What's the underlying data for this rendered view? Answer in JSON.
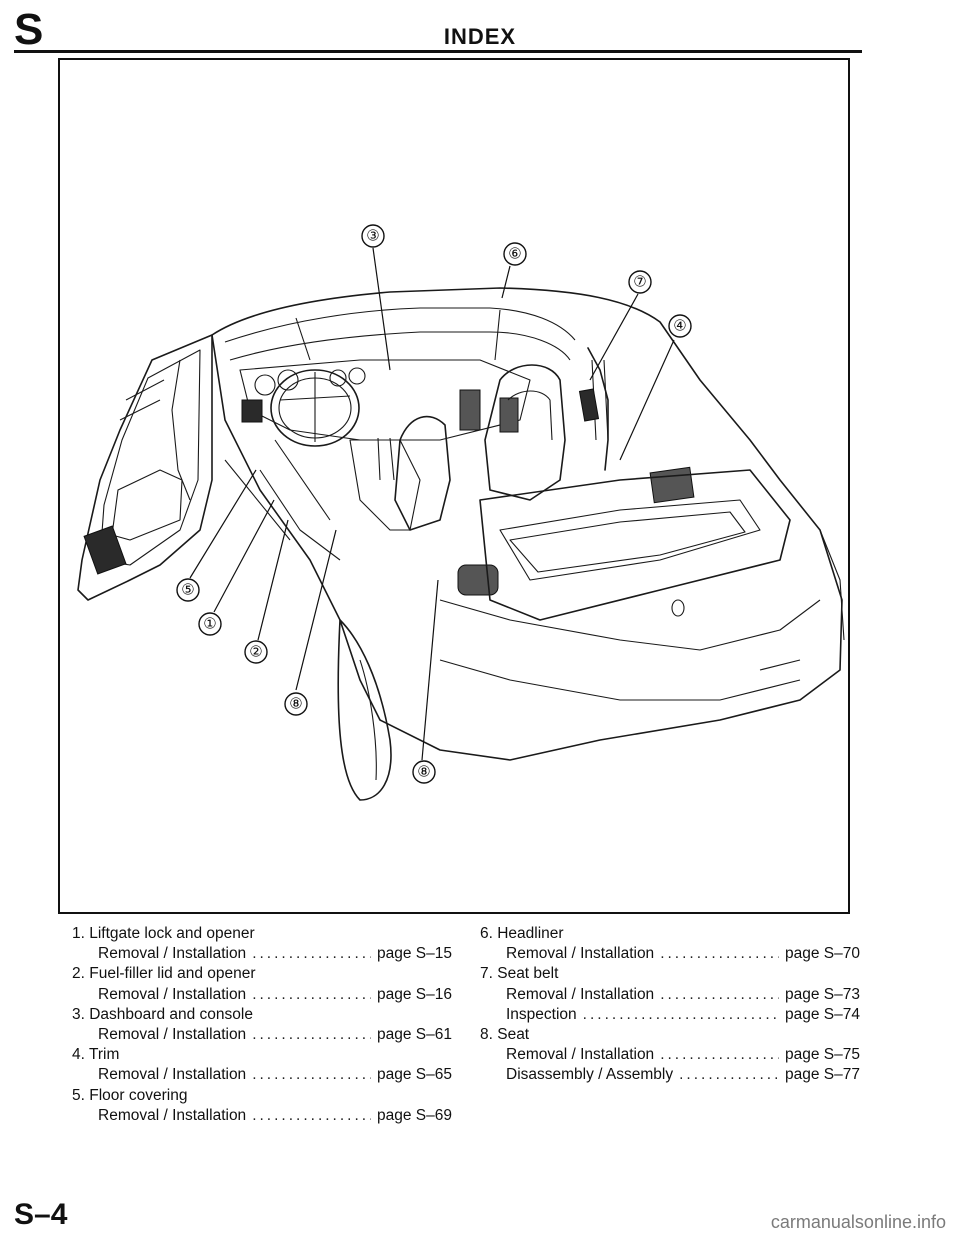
{
  "header": {
    "section_letter": "S",
    "title": "INDEX"
  },
  "figure": {
    "callouts": [
      "③",
      "⑥",
      "⑦",
      "④",
      "⑤",
      "①",
      "②",
      "⑧",
      "⑧"
    ]
  },
  "index": {
    "left": [
      {
        "title": "1. Liftgate lock and opener",
        "entries": [
          {
            "label": "Removal / Installation",
            "page": "page S–15"
          }
        ]
      },
      {
        "title": "2. Fuel-filler lid and opener",
        "entries": [
          {
            "label": "Removal / Installation",
            "page": "page S–16"
          }
        ]
      },
      {
        "title": "3. Dashboard and console",
        "entries": [
          {
            "label": "Removal / Installation",
            "page": "page S–61"
          }
        ]
      },
      {
        "title": "4. Trim",
        "entries": [
          {
            "label": "Removal / Installation",
            "page": "page S–65"
          }
        ]
      },
      {
        "title": "5. Floor covering",
        "entries": [
          {
            "label": "Removal / Installation",
            "page": "page S–69"
          }
        ]
      }
    ],
    "right": [
      {
        "title": "6. Headliner",
        "entries": [
          {
            "label": "Removal / Installation",
            "page": "page S–70"
          }
        ]
      },
      {
        "title": "7. Seat belt",
        "entries": [
          {
            "label": "Removal / Installation",
            "page": "page S–73"
          },
          {
            "label": "Inspection",
            "page": "page S–74"
          }
        ]
      },
      {
        "title": "8. Seat",
        "entries": [
          {
            "label": "Removal / Installation",
            "page": "page S–75"
          },
          {
            "label": "Disassembly / Assembly",
            "page": "page S–77"
          }
        ]
      }
    ]
  },
  "footer": {
    "page_number": "S–4",
    "watermark": "carmanualsonline.info"
  }
}
